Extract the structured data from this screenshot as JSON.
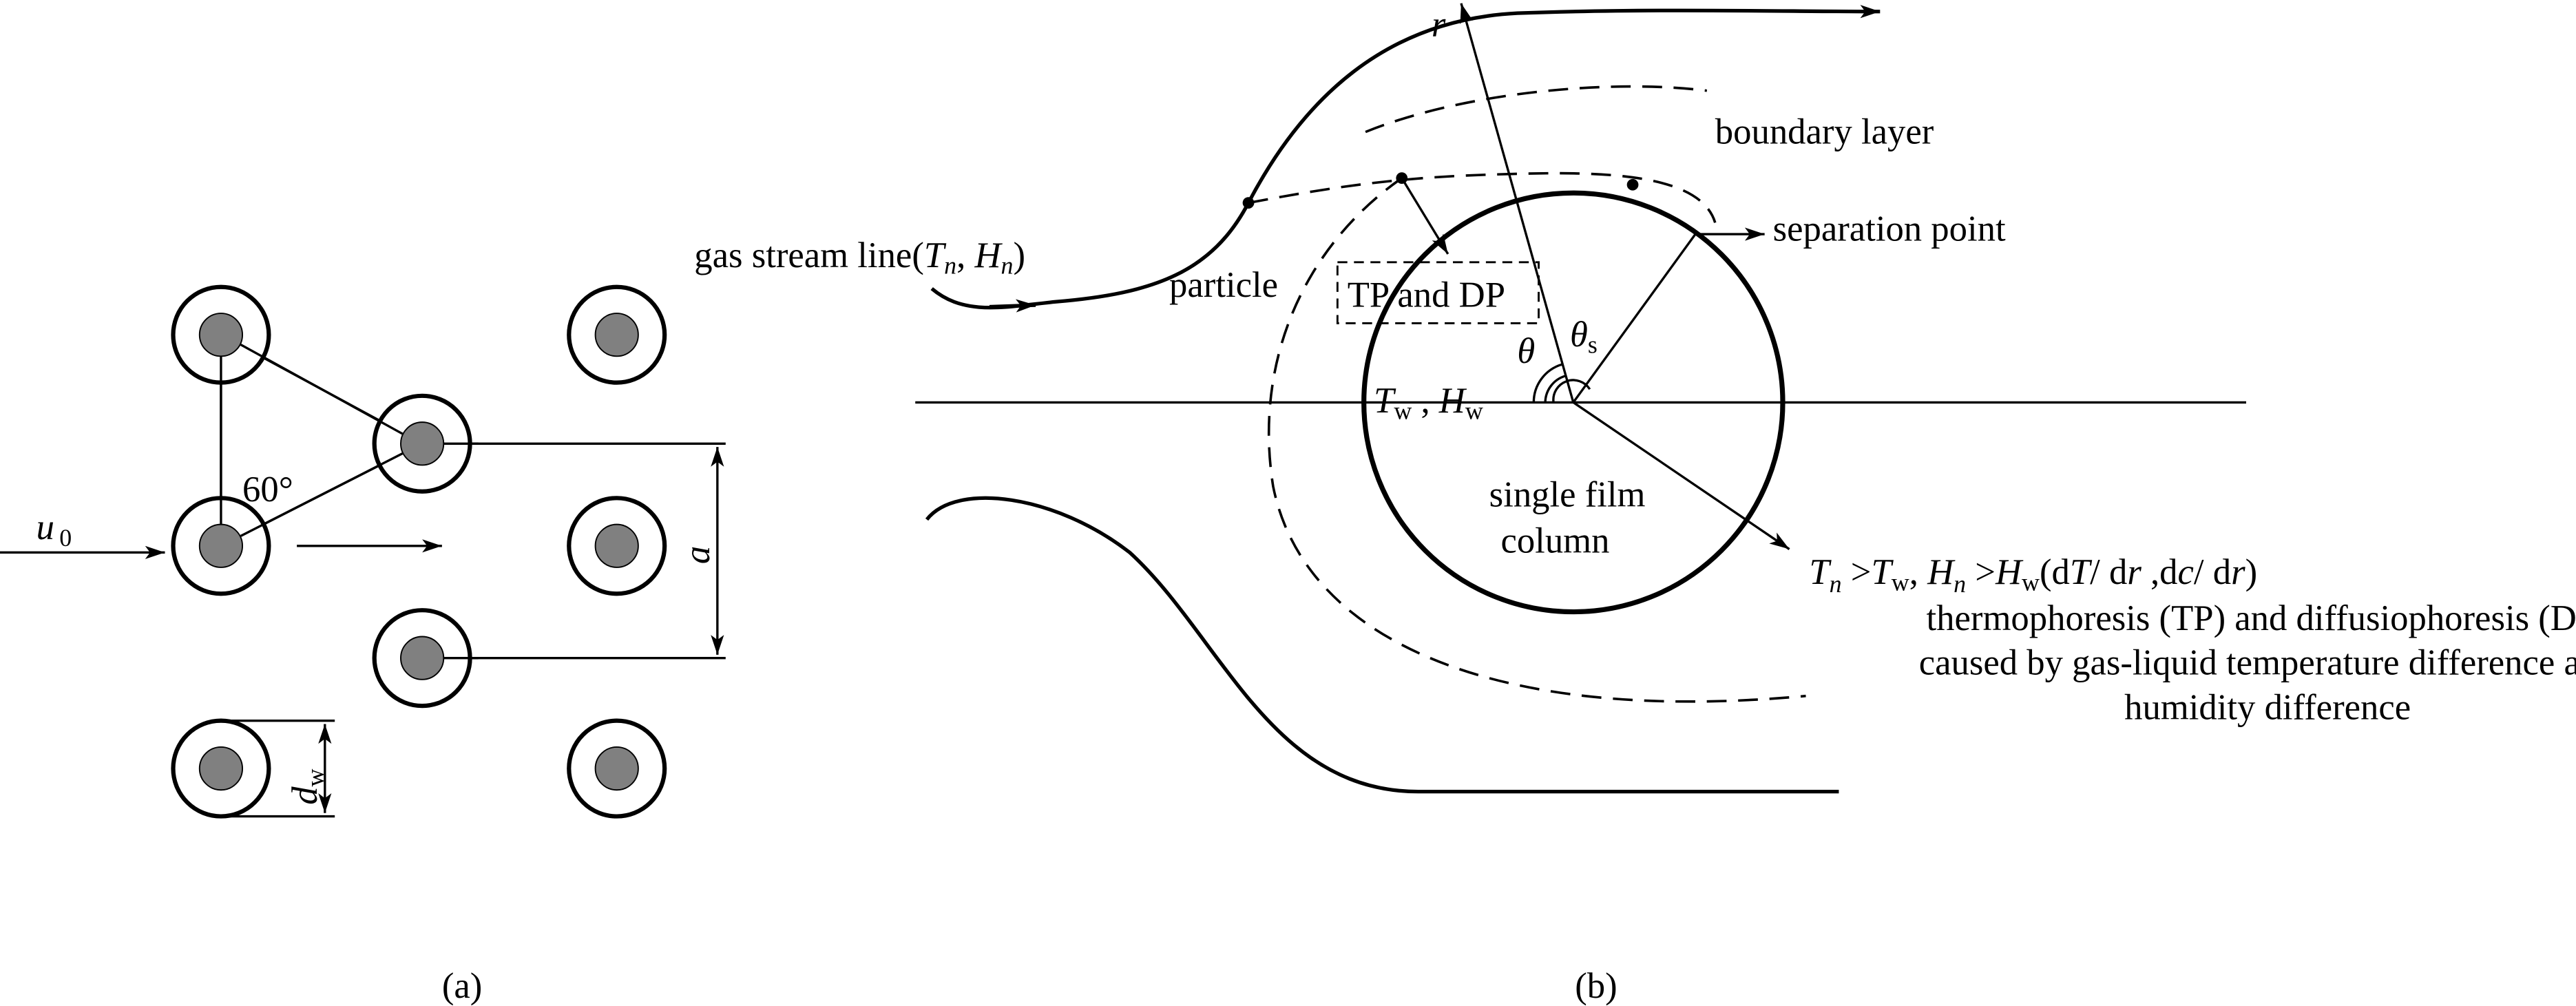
{
  "panel_a": {
    "caption": "(a)",
    "angle_label": "60°",
    "velocity_symbol": "u",
    "velocity_sub": "0",
    "spacing_label": "a",
    "diameter_symbol": "d",
    "diameter_sub": "w",
    "colors": {
      "tube_core": "#808080"
    }
  },
  "panel_b": {
    "caption": "(b)",
    "radial_axis": "r",
    "boundary_layer": "boundary layer",
    "separation_point": "separation point",
    "gas_stream": {
      "prefix": "gas stream line(",
      "T": "T",
      "n1": "n",
      "sep": ", ",
      "H": "H",
      "n2": "n",
      "suffix": ")"
    },
    "particle": "particle",
    "tp_dp": "TP and DP",
    "theta": "θ",
    "theta_s": "θ",
    "theta_s_sub": "s",
    "wall": {
      "T": "T",
      "Tsub": "w",
      "sep": " , ",
      "H": "H",
      "Hsub": "w"
    },
    "column_line1": "single film",
    "column_line2": "column",
    "condition": {
      "T1": "T",
      "n1": "n",
      "gt1": " >",
      "T2": "T",
      "w1": "w",
      "c": ", ",
      "H1": "H",
      "n2": "n",
      "gt2": " >",
      "H2": "H",
      "w2": "w",
      "p1": "(d",
      "T3": "T",
      "p2": "/ d",
      "r1": "r",
      "p3": " ,d",
      "c2": "c",
      "p4": "/ d",
      "r2": "r",
      "p5": ")"
    },
    "explanation": [
      "thermophoresis (TP) and  diffusiophoresis (DP)",
      "caused by gas-liquid temperature difference and",
      "humidity difference"
    ]
  }
}
